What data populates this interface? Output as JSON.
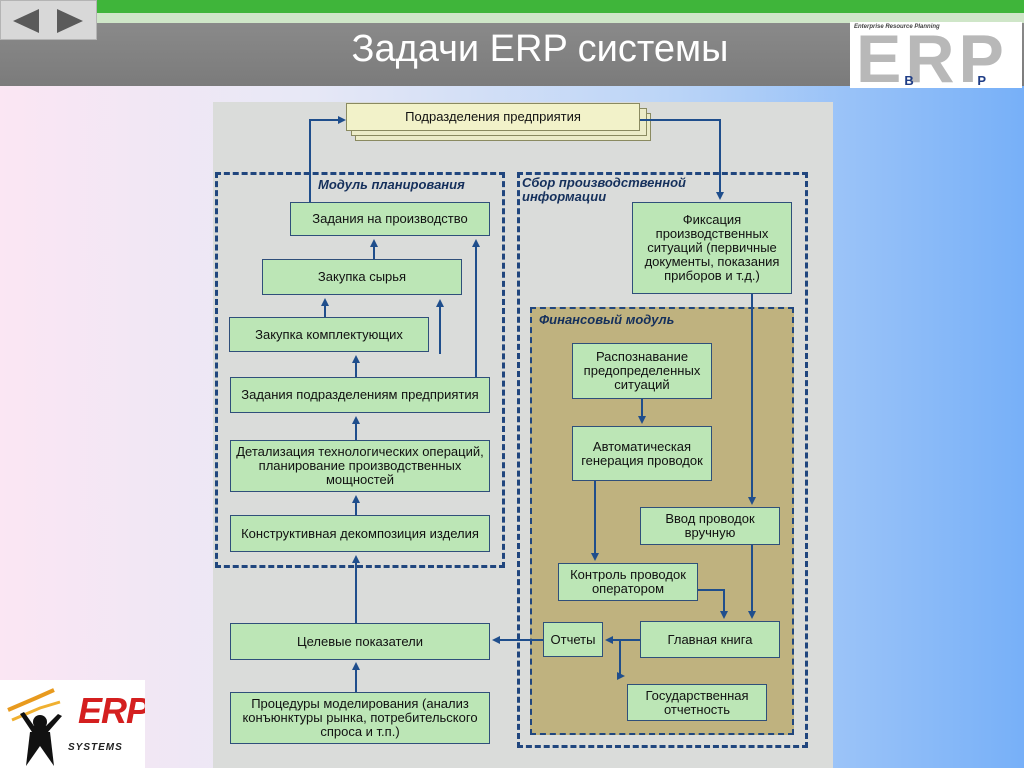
{
  "slide": {
    "title": "Задачи ERP системы"
  },
  "header_logo": {
    "tagline": "Enterprise Resource Planning",
    "mark": "ERP",
    "sub": "B P",
    "accent_color": "#1f3d86"
  },
  "nav": {
    "prev_icon": "triangle-left-icon",
    "next_icon": "triangle-right-icon"
  },
  "footer_logo": {
    "mark": "ERP",
    "sub": "SYSTEMS"
  },
  "diagram": {
    "top": "Подразделения предприятия",
    "planning": {
      "title": "Модуль планирования",
      "tasks": "Задания на производство",
      "raw": "Закупка сырья",
      "parts": "Закупка комплектующих",
      "depts": "Задания подразделениям предприятия",
      "detail": "Детализация технологических операций, планирование производственных мощностей",
      "decomp": "Конструктивная декомпозиция изделия"
    },
    "targets": "Целевые показатели",
    "modeling": "Процедуры моделирования (анализ конъюнктуры рынка, потребительского спроса и т.п.)",
    "collection": {
      "title": "Сбор производственной информации",
      "fix": "Фиксация производственных ситуаций (первичные документы, показания приборов и т.д.)"
    },
    "finance": {
      "title": "Финансовый модуль",
      "recog": "Распознавание предопределенных ситуаций",
      "auto": "Автоматическая генерация проводок",
      "manual": "Ввод проводок вручную",
      "control": "Контроль проводок оператором",
      "ledger": "Главная книга",
      "reports": "Отчеты",
      "state": "Государственная отчетность"
    },
    "colors": {
      "box_fill": "#bce6b6",
      "frame_border": "#20467e",
      "finance_fill": "#bfb27f",
      "arrow": "#1f4e8c"
    }
  }
}
